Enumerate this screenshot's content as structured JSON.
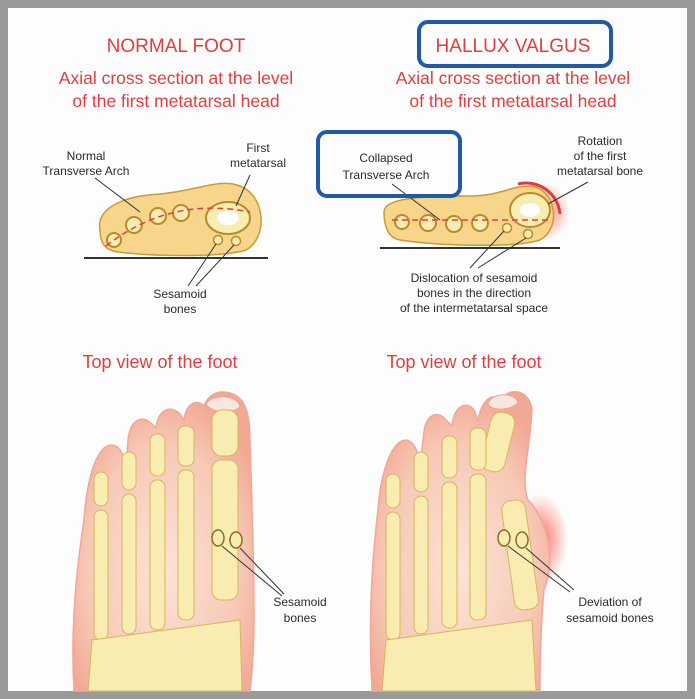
{
  "colors": {
    "title_red": "#e03e3e",
    "callout_blue": "#1f5ba6",
    "tissue": "#f7d58a",
    "bone": "#f8ecb0",
    "skin": "#f6c4b2"
  },
  "left": {
    "title": "NORMAL FOOT",
    "subtitle_line1": "Axial cross section at the level",
    "subtitle_line2": "of the first metatarsal head",
    "label_arch_line1": "Normal",
    "label_arch_line2": "Transverse Arch",
    "label_metatarsal_line1": "First",
    "label_metatarsal_line2": "metatarsal",
    "label_sesamoid_line1": "Sesamoid",
    "label_sesamoid_line2": "bones",
    "top_view": "Top view of the foot",
    "top_sesamoid_line1": "Sesamoid",
    "top_sesamoid_line2": "bones"
  },
  "right": {
    "title": "HALLUX VALGUS",
    "subtitle_line1": "Axial cross section at the level",
    "subtitle_line2": "of the first metatarsal head",
    "label_arch_line1": "Collapsed",
    "label_arch_line2": "Transverse Arch",
    "label_rotation_line1": "Rotation",
    "label_rotation_line2": "of the first",
    "label_rotation_line3": "metatarsal bone",
    "label_dislocation_line1": "Dislocation of sesamoid",
    "label_dislocation_line2": "bones in the direction",
    "label_dislocation_line3": "of the intermetatarsal space",
    "top_view": "Top view of the foot",
    "deviation_line1": "Deviation of",
    "deviation_line2": "sesamoid bones"
  }
}
